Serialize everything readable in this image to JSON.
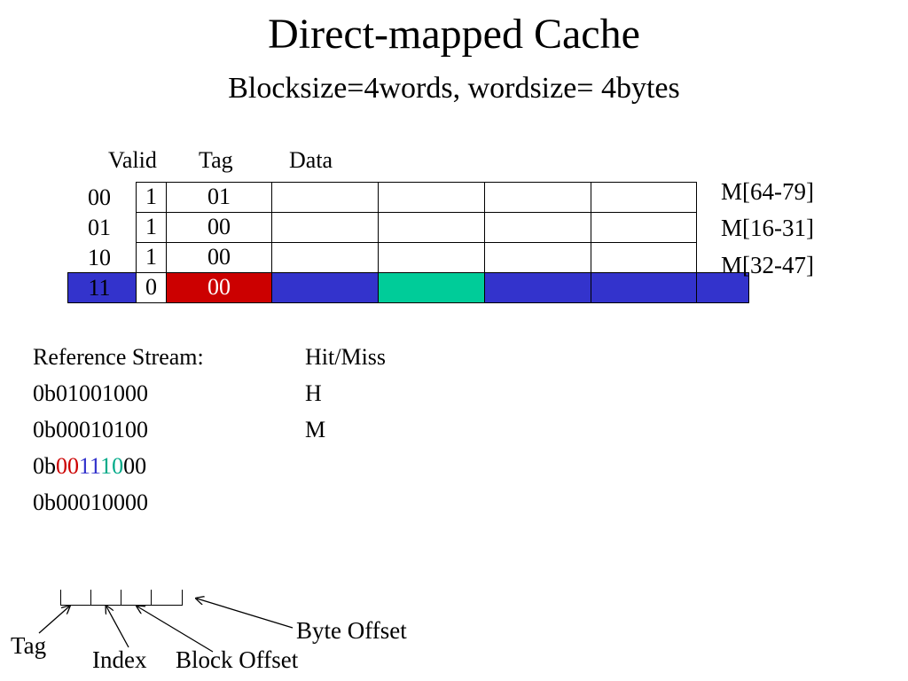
{
  "title": "Direct-mapped Cache",
  "subtitle": "Blocksize=4words, wordsize= 4bytes",
  "headers": {
    "valid": "Valid",
    "tag": "Tag",
    "data": "Data"
  },
  "rows": [
    {
      "index": "00",
      "valid": "1",
      "tag": "01",
      "memory": "M[64-79]"
    },
    {
      "index": "01",
      "valid": "1",
      "tag": "00",
      "memory": "M[16-31]"
    },
    {
      "index": "10",
      "valid": "1",
      "tag": "00",
      "memory": "M[32-47]"
    },
    {
      "index": "11",
      "valid": "0",
      "tag": "00",
      "memory": ""
    }
  ],
  "colors": {
    "highlight_row": "#3333cc",
    "highlight_tag": "#cc0000",
    "highlight_word": "#00cc99"
  },
  "reference": {
    "header": "Reference Stream:",
    "hitmiss_header": "Hit/Miss",
    "stream": [
      {
        "addr": "0b01001000",
        "result": "H"
      },
      {
        "addr": "0b00010100",
        "result": "M"
      },
      {
        "addr_parts": {
          "prefix": "0b",
          "tag": "00",
          "index": "11",
          "offset": "10",
          "suffix": "00"
        },
        "result": ""
      },
      {
        "addr": "0b00010000",
        "result": ""
      }
    ]
  },
  "address_fields": {
    "byte_offset": "Byte Offset",
    "tag": "Tag",
    "index": "Index",
    "block_offset": "Block Offset"
  }
}
